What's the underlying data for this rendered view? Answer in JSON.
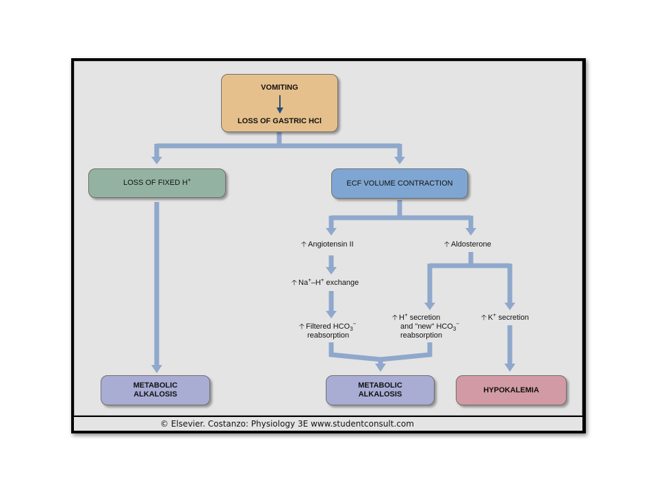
{
  "boxes": {
    "vomiting": "VOMITING",
    "loss_hcl": "LOSS OF GASTRIC HCl",
    "loss_fixed_h": "LOSS OF FIXED H",
    "ecf": "ECF VOLUME CONTRACTION",
    "metabolic_left": [
      "METABOLIC",
      "ALKALOSIS"
    ],
    "metabolic_mid": [
      "METABOLIC",
      "ALKALOSIS"
    ],
    "hypokalemia": "HYPOKALEMIA"
  },
  "labels": {
    "angiotensin": "Angiotensin II",
    "aldosterone": "Aldosterone",
    "na_h_exchange": "exchange",
    "filtered_1": "Filtered HCO",
    "filtered_2": "reabsorption",
    "h_secretion_1": "secretion",
    "h_secretion_2": "and \"new\" HCO",
    "h_secretion_3": "reabsorption",
    "k_secretion": "secretion"
  },
  "footer": "© Elsevier. Costanzo: Physiology 3E www.studentconsult.com",
  "colors": {
    "arrow": "#8fa8cc",
    "vomiting_box": "#e6c08c",
    "fixed_h_box": "#93b2a2",
    "ecf_box": "#7fa6d2",
    "alkalosis_box": "#a9acd3",
    "hypokalemia_box": "#d29aa4",
    "inner_arrow": "#1f4e79"
  }
}
